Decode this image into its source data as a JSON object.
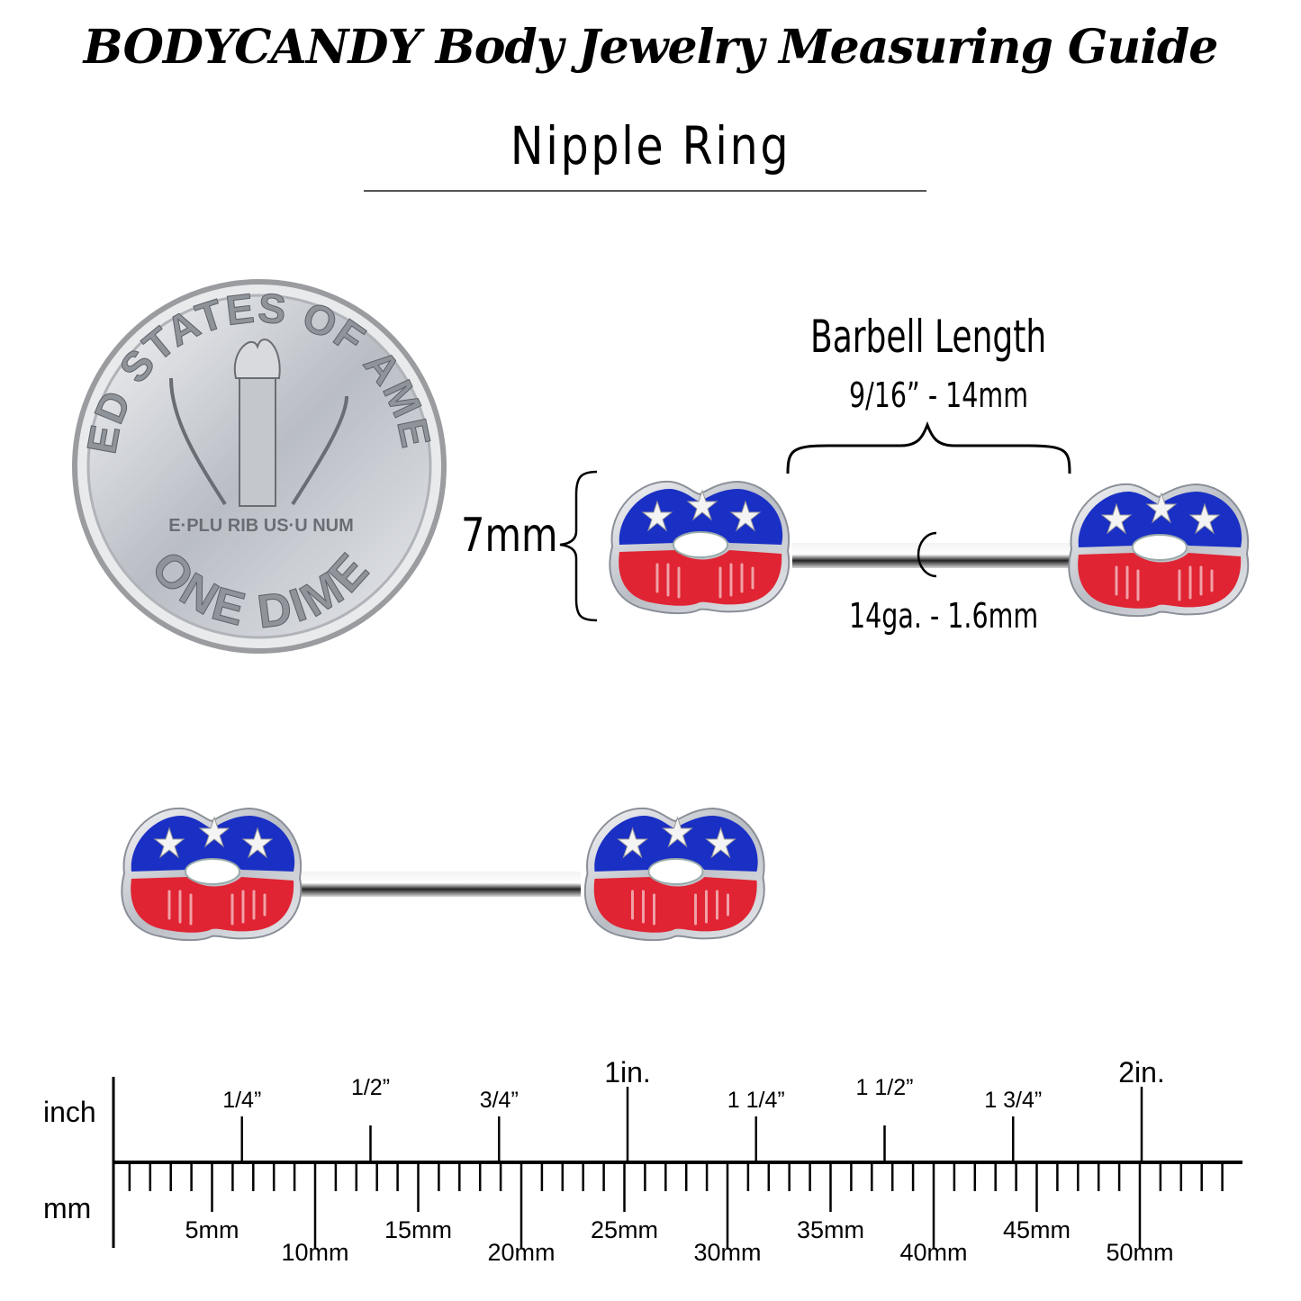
{
  "header": {
    "title": "BODYCANDY Body Jewelry Measuring Guide",
    "subtitle": "Nipple Ring"
  },
  "coin": {
    "top_text": "UNITED STATES OF AMERICA",
    "motto": "E·PLU RIB US·U NUM",
    "bottom_text": "ONE DIME"
  },
  "measurements": {
    "barbell_title": "Barbell Length",
    "barbell_size": "9/16” - 14mm",
    "height": "7mm",
    "gauge": "14ga. - 1.6mm"
  },
  "colors": {
    "blue": "#1a2fc4",
    "red": "#e02433",
    "silver": "#c9ccd2"
  },
  "ruler": {
    "inch_label": "inch",
    "mm_label": "mm",
    "mm_max": 54,
    "mm_labels": [
      {
        "mm": 5,
        "text": "5mm"
      },
      {
        "mm": 10,
        "text": "10mm"
      },
      {
        "mm": 15,
        "text": "15mm"
      },
      {
        "mm": 20,
        "text": "20mm"
      },
      {
        "mm": 25,
        "text": "25mm"
      },
      {
        "mm": 30,
        "text": "30mm"
      },
      {
        "mm": 35,
        "text": "35mm"
      },
      {
        "mm": 40,
        "text": "40mm"
      },
      {
        "mm": 45,
        "text": "45mm"
      },
      {
        "mm": 50,
        "text": "50mm"
      }
    ],
    "inch_labels": [
      {
        "in": 0.25,
        "text": "1/4”"
      },
      {
        "in": 0.5,
        "text": "1/2”"
      },
      {
        "in": 0.75,
        "text": "3/4”"
      },
      {
        "in": 1,
        "text": "1in."
      },
      {
        "in": 1.25,
        "text": "1 1/4”"
      },
      {
        "in": 1.5,
        "text": "1 1/2”"
      },
      {
        "in": 1.75,
        "text": "1 3/4”"
      },
      {
        "in": 2,
        "text": "2in."
      }
    ]
  }
}
